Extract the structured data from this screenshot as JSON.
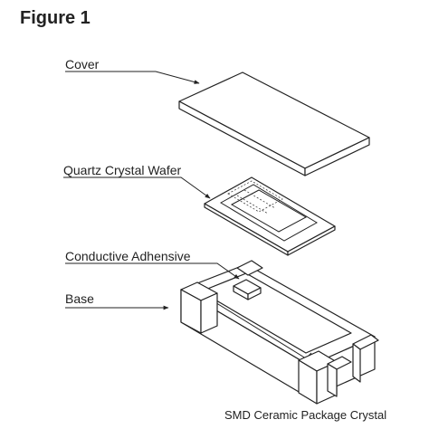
{
  "figure": {
    "title": "Figure 1",
    "caption": "SMD Ceramic Package Crystal"
  },
  "labels": {
    "cover": "Cover",
    "wafer": "Quartz Crystal Wafer",
    "adhesive": "Conductive Adhensive",
    "base": "Base"
  }
}
